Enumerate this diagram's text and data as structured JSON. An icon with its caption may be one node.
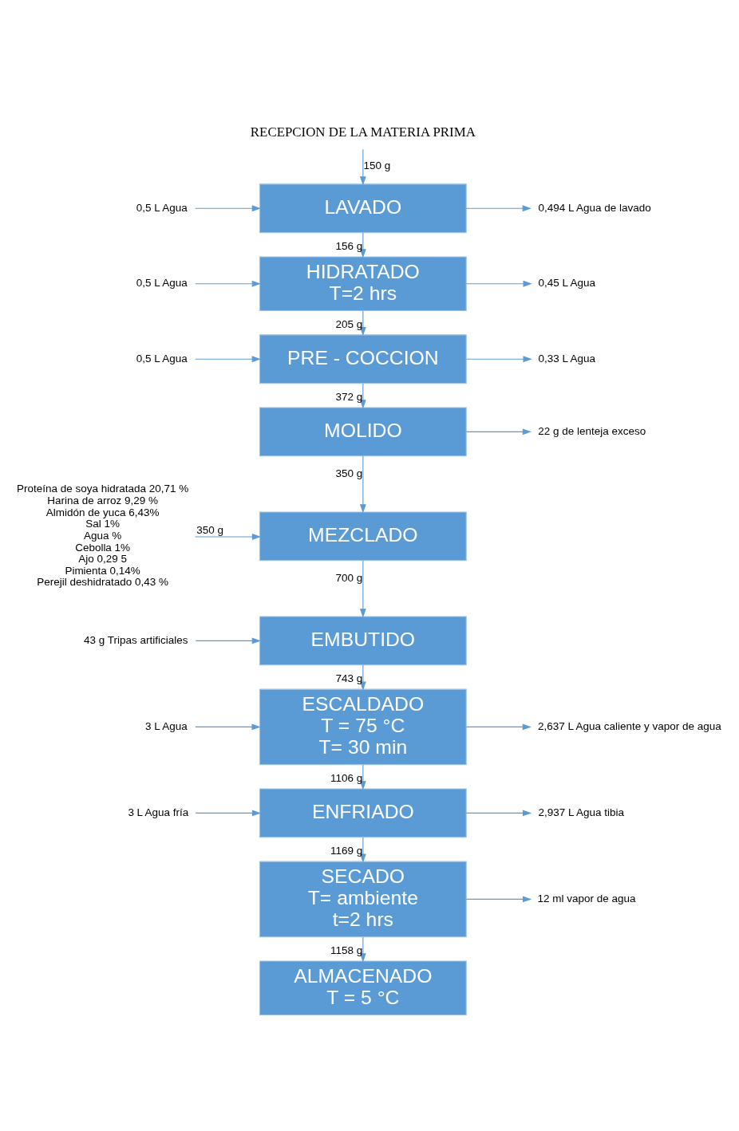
{
  "diagram": {
    "nodes": [
      {
        "text": [
          "RECEPCION DE LA MATERIA PRIMA"
        ]
      },
      {
        "text": [
          "LAVADO"
        ]
      },
      {
        "text": [
          "0,5 L Agua"
        ]
      },
      {
        "text": [
          "0,494 L Agua de lavado"
        ]
      },
      {
        "text": [
          "HIDRATADO",
          "T=2 hrs"
        ]
      },
      {
        "text": [
          "0,5 L Agua"
        ]
      },
      {
        "text": [
          "0,45 L Agua"
        ]
      },
      {
        "text": [
          "PRE - COCCION"
        ]
      },
      {
        "text": [
          "0,5 L Agua"
        ]
      },
      {
        "text": [
          "0,33 L Agua"
        ]
      },
      {
        "text": [
          "MOLIDO"
        ]
      },
      {
        "text": [
          "22 g de lenteja exceso"
        ]
      },
      {
        "text": [
          "MEZCLADO"
        ]
      },
      {
        "text": [
          "Proteína de soya hidratada 20,71 %",
          "Harina de arroz 9,29 %",
          "Almidón de yuca 6,43%",
          "Sal 1%",
          "Agua %",
          "Cebolla 1%",
          "Ajo 0,29 5",
          "Pimienta 0,14%",
          "Perejil deshidratado 0,43 %"
        ]
      },
      {
        "text": [
          "EMBUTIDO"
        ]
      },
      {
        "text": [
          "43 g Tripas artificiales"
        ]
      },
      {
        "text": [
          "ESCALDADO",
          "T = 75 °C",
          "T= 30 min"
        ]
      },
      {
        "text": [
          "3 L Agua"
        ]
      },
      {
        "text": [
          "2,637 L Agua caliente y vapor de agua"
        ]
      },
      {
        "text": [
          "ENFRIADO"
        ]
      },
      {
        "text": [
          "3 L Agua fría"
        ]
      },
      {
        "text": [
          "2,937 L Agua tibia"
        ]
      },
      {
        "text": [
          "SECADO",
          "T= ambiente",
          "t=2 hrs"
        ]
      },
      {
        "text": [
          "12 ml vapor de agua"
        ]
      },
      {
        "text": [
          "ALMACENADO",
          "T = 5 °C"
        ]
      }
    ],
    "edges": [
      {
        "from": 0,
        "to": 1,
        "arrow": "to",
        "label": "150 g"
      },
      {
        "from": 2,
        "to": 1,
        "arrow": "to"
      },
      {
        "from": 1,
        "to": 3,
        "arrow": "to"
      },
      {
        "from": 1,
        "to": 4,
        "arrow": "to",
        "label": "156 g"
      },
      {
        "from": 5,
        "to": 4,
        "arrow": "to"
      },
      {
        "from": 4,
        "to": 6,
        "arrow": "to"
      },
      {
        "from": 4,
        "to": 7,
        "arrow": "to",
        "label": "205 g"
      },
      {
        "from": 8,
        "to": 7,
        "arrow": "to"
      },
      {
        "from": 7,
        "to": 9,
        "arrow": "to"
      },
      {
        "from": 7,
        "to": 10,
        "arrow": "to",
        "label": "372 g"
      },
      {
        "from": 10,
        "to": 11,
        "arrow": "to"
      },
      {
        "from": 10,
        "to": 12,
        "arrow": "to",
        "label": "350 g"
      },
      {
        "from": 13,
        "to": 12,
        "arrow": "to",
        "label": "350 g"
      },
      {
        "from": 12,
        "to": 14,
        "arrow": "to",
        "label": "700 g"
      },
      {
        "from": 15,
        "to": 14,
        "arrow": "to"
      },
      {
        "from": 14,
        "to": 16,
        "arrow": "to",
        "label": "743 g"
      },
      {
        "from": 17,
        "to": 16,
        "arrow": "to"
      },
      {
        "from": 16,
        "to": 18,
        "arrow": "to"
      },
      {
        "from": 16,
        "to": 19,
        "arrow": "to",
        "label": "1106 g"
      },
      {
        "from": 20,
        "to": 19,
        "arrow": "to"
      },
      {
        "from": 19,
        "to": 21,
        "arrow": "to"
      },
      {
        "from": 19,
        "to": 22,
        "arrow": "to",
        "label": "1169 g"
      },
      {
        "from": 22,
        "to": 23,
        "arrow": "to"
      },
      {
        "from": 22,
        "to": 24,
        "arrow": "to",
        "label": "1158 g"
      }
    ]
  }
}
